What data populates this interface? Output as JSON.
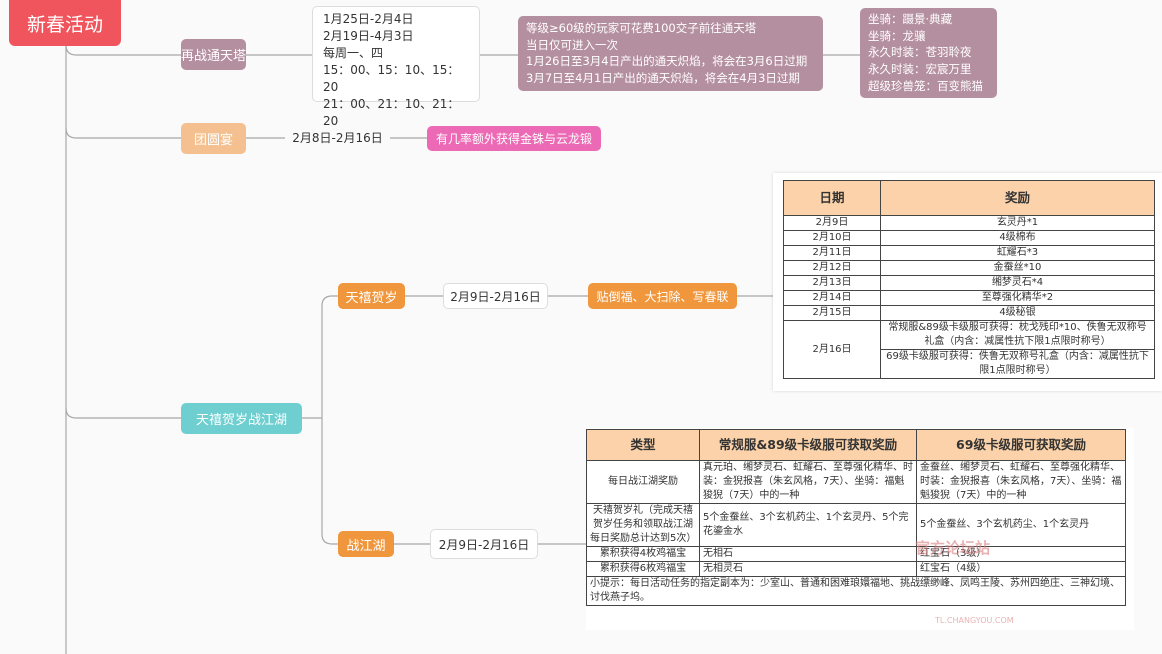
{
  "root": {
    "title": "新春活动"
  },
  "branch1": {
    "label": "再战通天塔",
    "dates": [
      "1月25日-2月4日",
      "2月19日-4月3日",
      "每周一、四",
      "15：00、15：10、15：20",
      "21：00、21：10、21：20"
    ],
    "desc": [
      "等级≥60级的玩家可花费100交子前往通天塔",
      "当日仅可进入一次",
      "1月26日至3月4日产出的通天炽焰，将会在3月6日过期",
      "3月7日至4月1日产出的通天炽焰，将会在4月3日过期"
    ],
    "rewards": [
      "坐骑：蹑景·典藏",
      "坐骑：龙骧",
      "永久时装：苍羽聆夜",
      "永久时装：宏宸万里",
      "超级珍兽笼：百变熊猫"
    ]
  },
  "branch2": {
    "label": "团圆宴",
    "date": "2月8日-2月16日",
    "desc": "有几率额外获得金铢与云龙锻"
  },
  "branch3": {
    "label": "天禧贺岁战江湖",
    "sub1": {
      "label": "天禧贺岁",
      "date": "2月9日-2月16日",
      "desc": "贴倒福、大扫除、写春联"
    },
    "sub2": {
      "label": "战江湖",
      "date": "2月9日-2月16日"
    }
  },
  "table1": {
    "headers": [
      "日期",
      "奖励"
    ],
    "rows": [
      [
        "2月9日",
        "玄灵丹*1"
      ],
      [
        "2月10日",
        "4级棉布"
      ],
      [
        "2月11日",
        "虹耀石*3"
      ],
      [
        "2月12日",
        "金蚕丝*10"
      ],
      [
        "2月13日",
        "缃梦灵石*4"
      ],
      [
        "2月14日",
        "至尊强化精华*2"
      ],
      [
        "2月15日",
        "4级秘银"
      ]
    ],
    "last_date": "2月16日",
    "last_a": "常规服&89级卡级服可获得：枕戈残印*10、佚鲁无双称号礼盒（内含：减属性抗下限1点限时称号）",
    "last_b": "69级卡级服可获得：佚鲁无双称号礼盒（内含：减属性抗下限1点限时称号）"
  },
  "table2": {
    "headers": [
      "类型",
      "常规服&89级卡级服可获取奖励",
      "69级卡级服可获取奖励"
    ],
    "rows": [
      [
        "每日战江湖奖励",
        "真元珀、缃梦灵石、虹耀石、至尊强化精华、时装：金猊报喜（朱玄风格，7天）、坐骑：福魁狻猊（7天）中的一种",
        "金蚕丝、缃梦灵石、虹耀石、至尊强化精华、时装：金猊报喜（朱玄风格，7天）、坐骑：福魁狻猊（7天）中的一种"
      ],
      [
        "天禧贺岁礼（完成天禧贺岁任务和领取战江湖每日奖励总计达到5次）",
        "5个金蚕丝、3个玄机药尘、1个玄灵丹、5个完花鎏金水",
        "5个金蚕丝、3个玄机药尘、1个玄灵丹"
      ],
      [
        "累积获得4枚鸡福宝",
        "无相石",
        "红宝石（3级）"
      ],
      [
        "累积获得6枚鸡福宝",
        "无相灵石",
        "红宝石（4级）"
      ]
    ],
    "tip": "小提示：每日活动任务的指定副本为：少室山、普通和困难琅嬛福地、挑战缥缈峰、凤鸣王陵、苏州四绝庄、三神幻境、讨伐燕子坞。"
  },
  "watermark": {
    "text": "官方论坛站",
    "url": "TL.CHANGYOU.COM"
  },
  "colors": {
    "root": "#f0545c",
    "mauve": "#b48fa0",
    "peach": "#f4c08f",
    "teal": "#6fcfd0",
    "orange": "#f0963c",
    "pink": "#ec6ab5",
    "header": "#fbd2a9"
  }
}
